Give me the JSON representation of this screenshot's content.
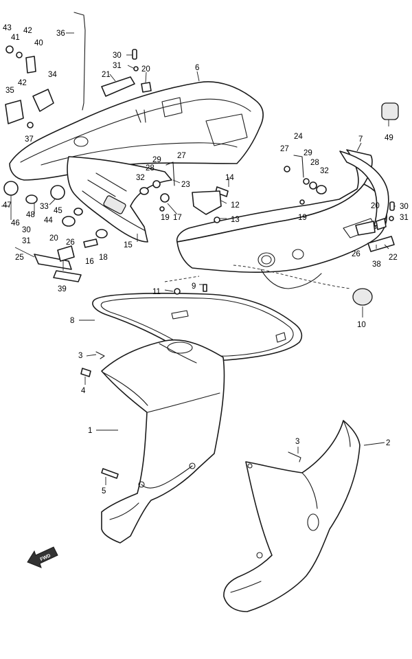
{
  "diagram": {
    "callouts": [
      {
        "label": "43"
      },
      {
        "label": "42"
      },
      {
        "label": "41"
      },
      {
        "label": "40"
      },
      {
        "label": "42"
      },
      {
        "label": "34"
      },
      {
        "label": "35"
      },
      {
        "label": "37"
      },
      {
        "label": "36"
      },
      {
        "label": "30"
      },
      {
        "label": "31"
      },
      {
        "label": "21"
      },
      {
        "label": "20"
      },
      {
        "label": "6"
      },
      {
        "label": "49"
      },
      {
        "label": "7"
      },
      {
        "label": "24"
      },
      {
        "label": "27"
      },
      {
        "label": "29"
      },
      {
        "label": "28"
      },
      {
        "label": "32"
      },
      {
        "label": "27"
      },
      {
        "label": "29"
      },
      {
        "label": "28"
      },
      {
        "label": "32"
      },
      {
        "label": "23"
      },
      {
        "label": "14"
      },
      {
        "label": "12"
      },
      {
        "label": "13"
      },
      {
        "label": "47"
      },
      {
        "label": "48"
      },
      {
        "label": "33"
      },
      {
        "label": "46"
      },
      {
        "label": "45"
      },
      {
        "label": "44"
      },
      {
        "label": "19"
      },
      {
        "label": "17"
      },
      {
        "label": "30"
      },
      {
        "label": "31"
      },
      {
        "label": "20"
      },
      {
        "label": "26"
      },
      {
        "label": "25"
      },
      {
        "label": "16"
      },
      {
        "label": "18"
      },
      {
        "label": "15"
      },
      {
        "label": "39"
      },
      {
        "label": "19"
      },
      {
        "label": "20"
      },
      {
        "label": "30"
      },
      {
        "label": "31"
      },
      {
        "label": "26"
      },
      {
        "label": "38"
      },
      {
        "label": "22"
      },
      {
        "label": "11"
      },
      {
        "label": "9"
      },
      {
        "label": "10"
      },
      {
        "label": "8"
      },
      {
        "label": "3"
      },
      {
        "label": "4"
      },
      {
        "label": "1"
      },
      {
        "label": "5"
      },
      {
        "label": "3"
      },
      {
        "label": "2"
      }
    ],
    "fwd_badge": "FWD"
  }
}
